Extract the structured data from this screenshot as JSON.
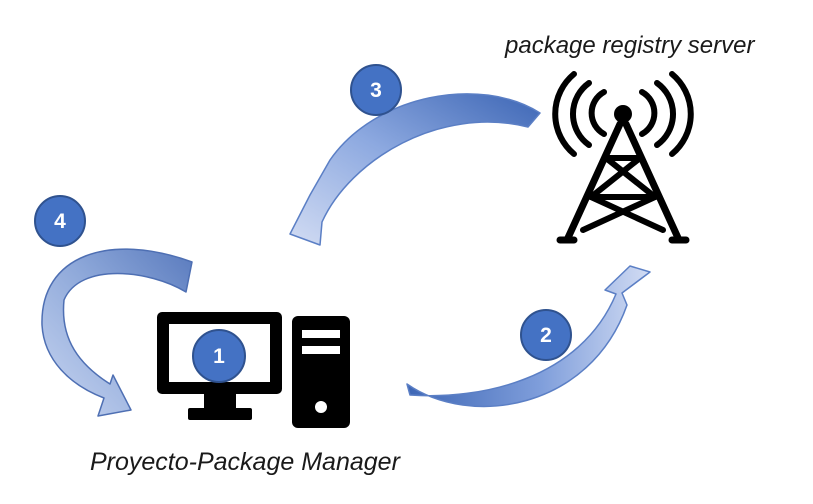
{
  "captions": {
    "server": "package registry server",
    "client": "Proyecto-Package Manager"
  },
  "steps": {
    "one": "1",
    "two": "2",
    "three": "3",
    "four": "4"
  },
  "colors": {
    "badge_fill": "#4472C4",
    "badge_stroke": "#2F528F",
    "arrow_light": "#C5D3F0",
    "arrow_dark": "#3D66B5",
    "arrow_stroke": "#5B7FC5",
    "icon": "#000000"
  },
  "icons": {
    "server": "radio-tower-icon",
    "client": "desktop-computer-icon"
  }
}
